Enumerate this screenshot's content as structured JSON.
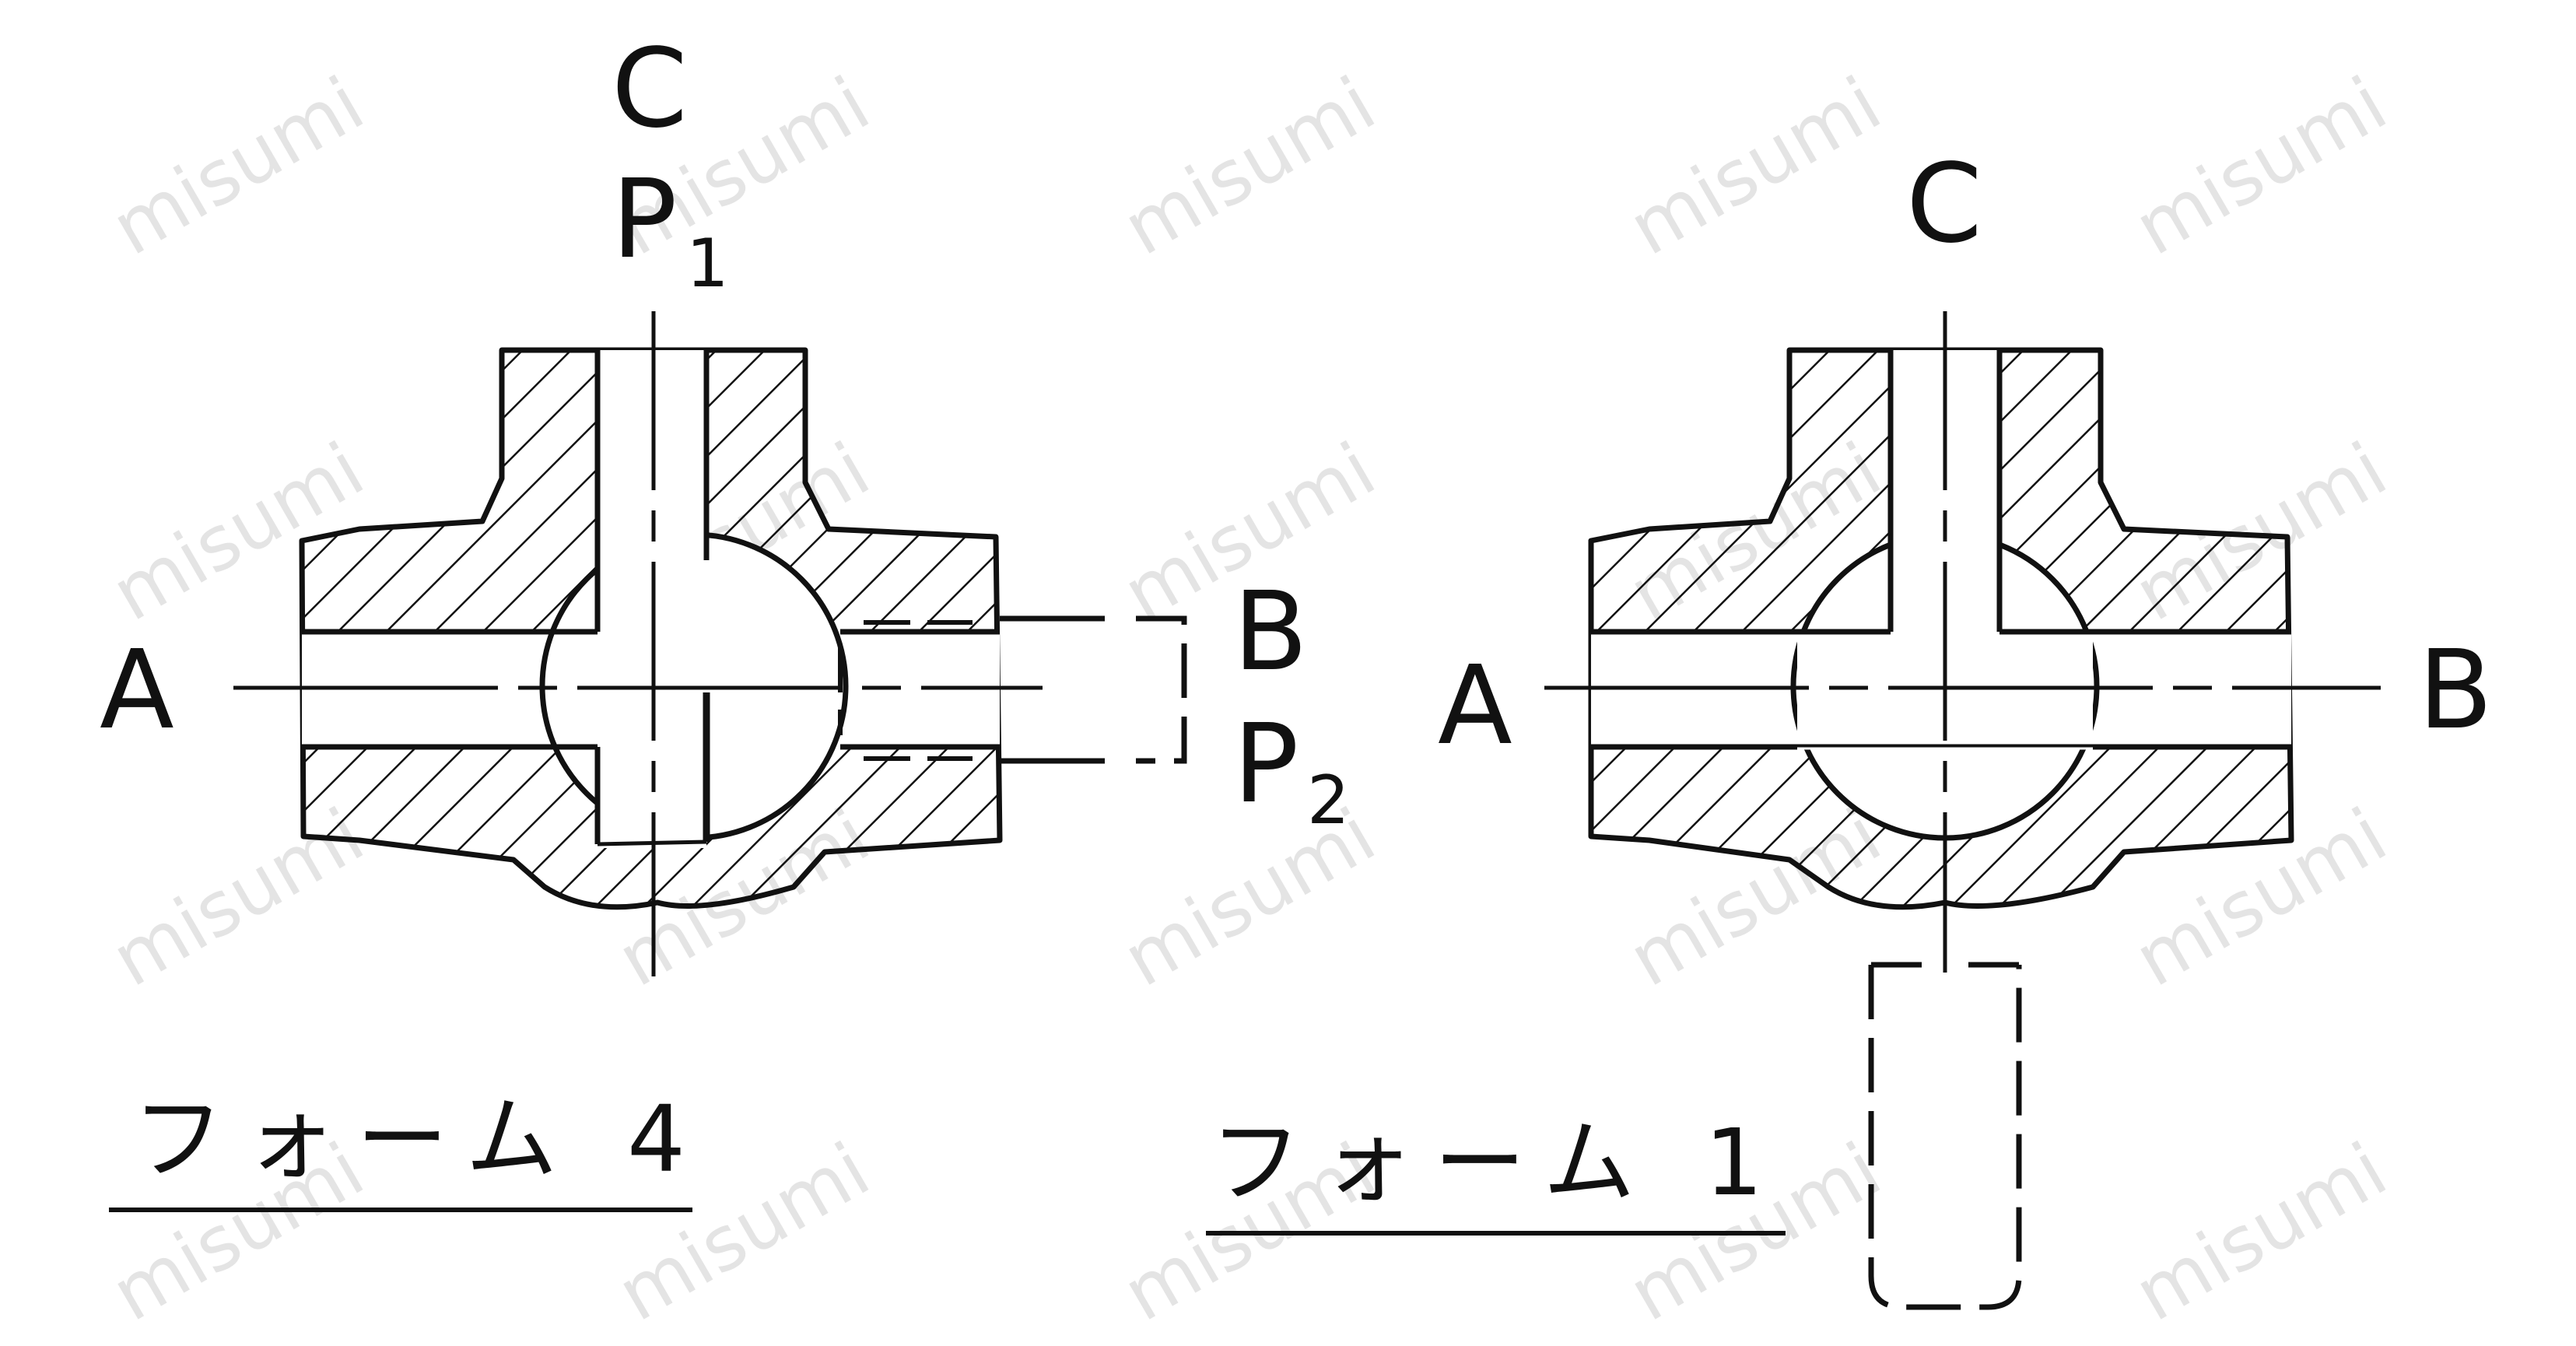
{
  "watermark": "misumi",
  "colors": {
    "line": "#111111",
    "background": "#ffffff",
    "watermark": "#cfcfcf"
  },
  "form4": {
    "label_c": "C",
    "label_p1": "P",
    "label_p1_sub": "1",
    "label_a": "A",
    "label_b": "B",
    "label_p2": "P",
    "label_p2_sub": "2",
    "caption": "フォーム 4"
  },
  "form1": {
    "label_c": "C",
    "label_a": "A",
    "label_b": "B",
    "caption": "フォーム 1"
  }
}
